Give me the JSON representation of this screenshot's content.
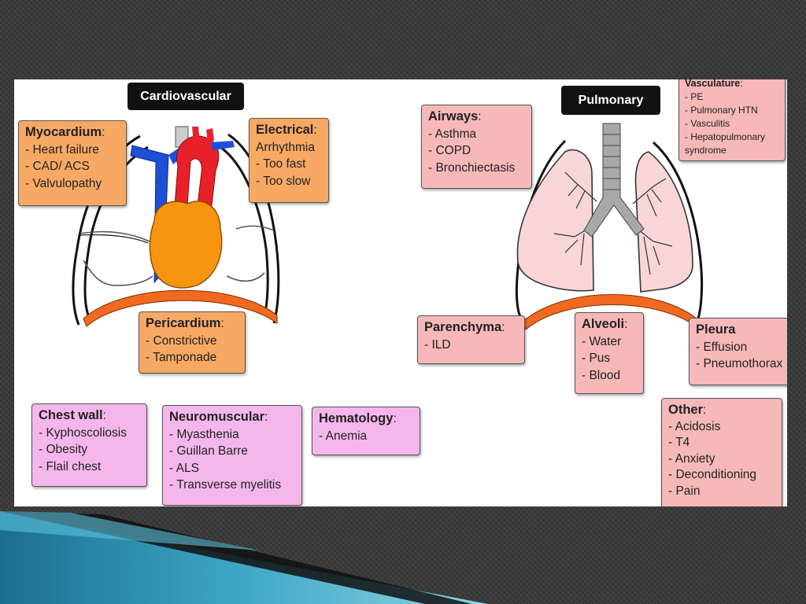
{
  "title": "Cardiovascular",
  "pulmonary_label": "Pulmonary",
  "colors": {
    "orange_box": "#f7a964",
    "pink_box": "#f6b8b8",
    "violet_box": "#f5b6ec",
    "heart": "#f79511",
    "artery": "#e8202a",
    "vein": "#1f4fd6",
    "diaphragm": "#f26a1f",
    "lung": "#f8d6d8",
    "slide_bg": "#ffffff",
    "page_bg": "#3a3a3a"
  },
  "boxes": {
    "myocardium": {
      "title": "Myocardium",
      "items": [
        "- Heart failure",
        "- CAD/ ACS",
        "- Valvulopathy"
      ]
    },
    "electrical": {
      "title": "Electrical",
      "items": [
        "Arrhythmia",
        "- Too fast",
        "- Too slow"
      ]
    },
    "pericardium": {
      "title": "Pericardium",
      "items": [
        "- Constrictive",
        "- Tamponade"
      ]
    },
    "chest_wall": {
      "title": "Chest wall",
      "items": [
        "- Kyphoscoliosis",
        "- Obesity",
        "- Flail chest"
      ]
    },
    "neuromuscular": {
      "title": "Neuromuscular",
      "items": [
        "- Myasthenia",
        "- Guillan Barre",
        "- ALS",
        "- Transverse myelitis"
      ]
    },
    "hematology": {
      "title": "Hematology",
      "items": [
        "- Anemia"
      ]
    },
    "airways": {
      "title": "Airways",
      "items": [
        "- Asthma",
        "- COPD",
        "- Bronchiectasis"
      ]
    },
    "vasculature": {
      "title": "Vasculature",
      "items": [
        "- PE",
        "- Pulmonary HTN",
        "- Vasculitis",
        "- Hepatopulmonary",
        "syndrome"
      ]
    },
    "parenchyma": {
      "title": "Parenchyma",
      "items": [
        "- ILD"
      ]
    },
    "alveoli": {
      "title": "Alveoli",
      "items": [
        "- Water",
        "- Pus",
        "- Blood"
      ]
    },
    "pleura": {
      "title": "Pleura",
      "items": [
        "- Effusion",
        "- Pneumothorax"
      ]
    },
    "other": {
      "title": "Other",
      "items": [
        "- Acidosis",
        "- T4",
        "- Anxiety",
        "- Deconditioning",
        "- Pain"
      ]
    }
  }
}
